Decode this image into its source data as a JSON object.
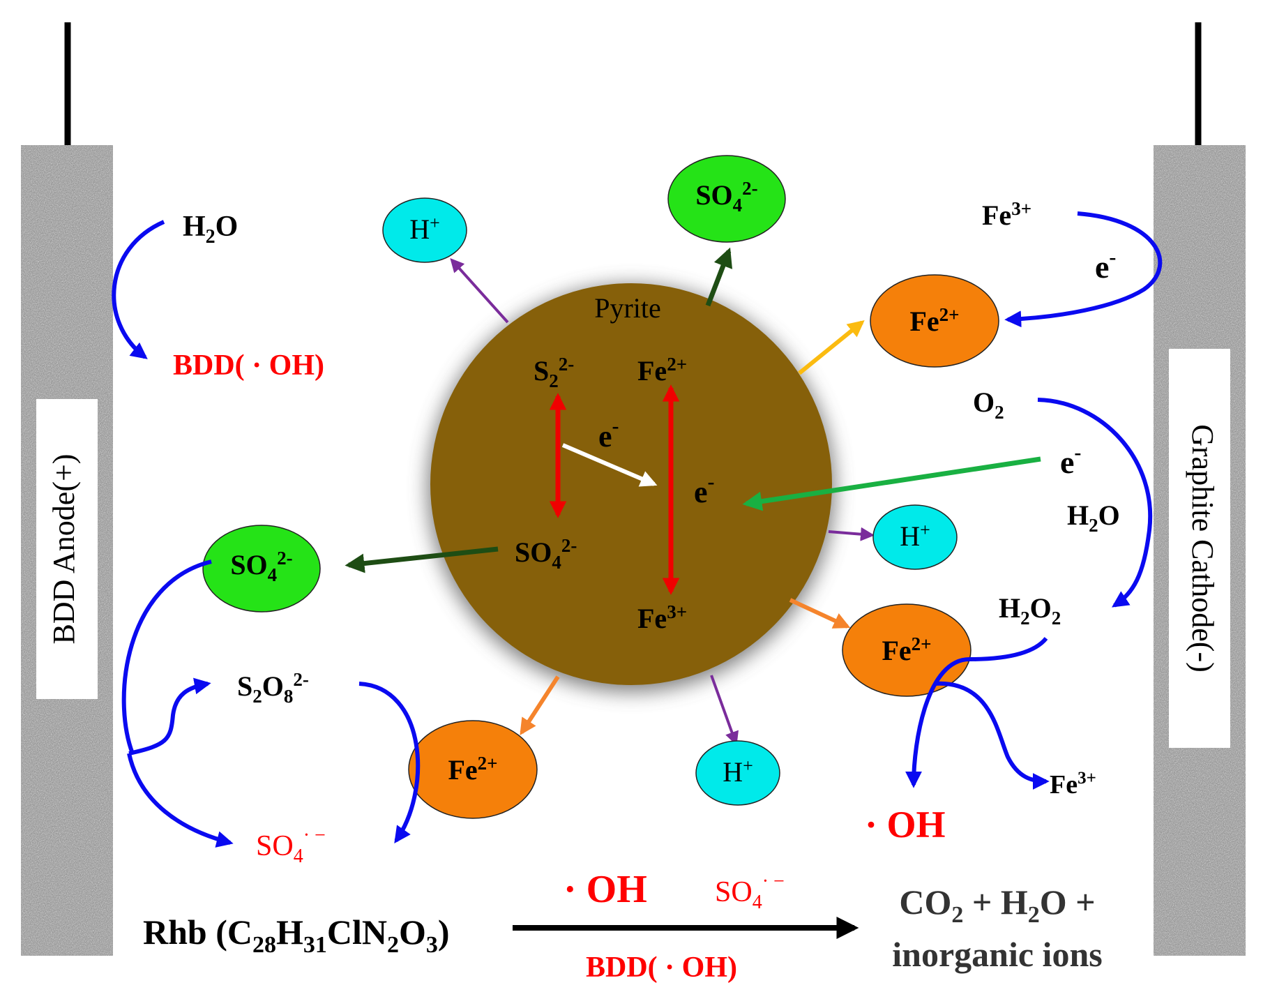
{
  "electrodes": {
    "anode_label": "BDD Anode(+)",
    "cathode_label": "Graphite Cathode(-)"
  },
  "pyrite": {
    "label": "Pyrite",
    "s2": "S",
    "s2_sub": "2",
    "s2_sup": "2-",
    "fe2": "Fe",
    "fe2_sup": "2+",
    "so4": "SO",
    "so4_sub": "4",
    "so4_sup": "2-",
    "fe3": "Fe",
    "fe3_sup": "3+",
    "e1": "e",
    "e1_sup": "-",
    "e2": "e",
    "e2_sup": "-"
  },
  "ions": {
    "h_plus": "H",
    "h_plus_sup": "+",
    "so4": "SO",
    "so4_sub": "4",
    "so4_sup": "2-",
    "fe2": "Fe",
    "fe2_sup": "2+"
  },
  "anode_side": {
    "h2o": "H",
    "h2o_sub": "2",
    "h2o_o": "O",
    "bdd_oh": "BDD( · OH)",
    "s2o8_s": "S",
    "s2o8_sub1": "2",
    "s2o8_o": "O",
    "s2o8_sub2": "8",
    "s2o8_sup": "2-",
    "so4_rad": "SO",
    "so4_rad_sub": "4",
    "so4_rad_sup": "· −"
  },
  "cathode_side": {
    "fe3": "Fe",
    "fe3_sup": "3+",
    "e_top": "e",
    "e_top_sup": "-",
    "o2": "O",
    "o2_sub": "2",
    "e_mid": "e",
    "e_mid_sup": "-",
    "h2o": "H",
    "h2o_sub": "2",
    "h2o_o": "O",
    "h2o2_h": "H",
    "h2o2_sub1": "2",
    "h2o2_o": "O",
    "h2o2_sub2": "2",
    "fe3_out": "Fe",
    "fe3_out_sup": "3+",
    "oh": "· OH"
  },
  "reaction": {
    "rhb": "Rhb (C",
    "rhb_sub1": "28",
    "rhb_h": "H",
    "rhb_sub2": "31",
    "rhb_cln": "ClN",
    "rhb_sub3": "2",
    "rhb_o": "O",
    "rhb_sub4": "3",
    "rhb_close": ")",
    "oh": "· OH",
    "so4": "SO",
    "so4_sub": "4",
    "so4_sup": "· −",
    "bdd_oh": "BDD( · OH)",
    "product_line1_a": "CO",
    "product_line1_sub": "2",
    "product_line1_b": " + H",
    "product_line1_sub2": "2",
    "product_line1_c": "O +",
    "product_line2": "inorganic ions"
  },
  "colors": {
    "pyrite": "#86600a",
    "fe2_ion": "#f5800a",
    "so4_ion": "#25e317",
    "h_ion": "#00eaea",
    "blue_arrow": "#0a0af0",
    "red_text": "#ff0000",
    "purple_arrow": "#7a2c9b",
    "dark_green_arrow": "#1e4d14",
    "green_arrow": "#19b042",
    "orange_arrow": "#f5842c",
    "yellow_arrow": "#fbbb10",
    "red_arrow": "#f00000"
  }
}
